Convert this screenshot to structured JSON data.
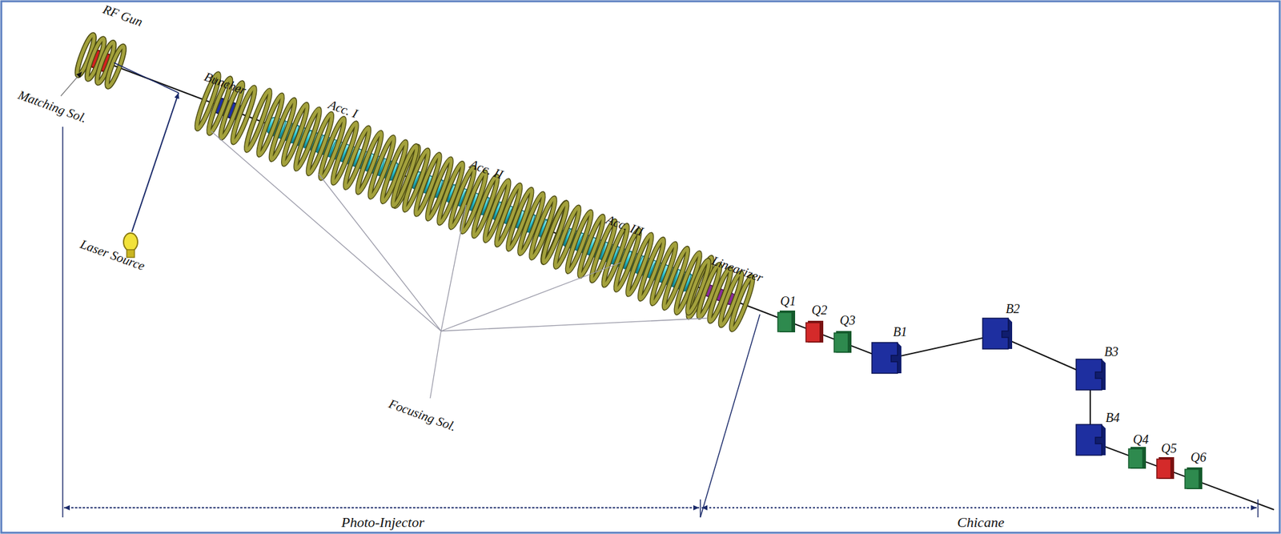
{
  "diagram": {
    "labels": [
      "RF Gun",
      "Matching Sol.",
      "Laser Source",
      "Buncher",
      "Acc. I",
      "Acc. II",
      "Acc. III",
      "Linearizer",
      "Focusing Sol.",
      "Q1",
      "Q2",
      "Q3",
      "B1",
      "B2",
      "B3",
      "B4",
      "Q4",
      "Q5",
      "Q6",
      "Photo-Injector",
      "Chicane"
    ]
  }
}
